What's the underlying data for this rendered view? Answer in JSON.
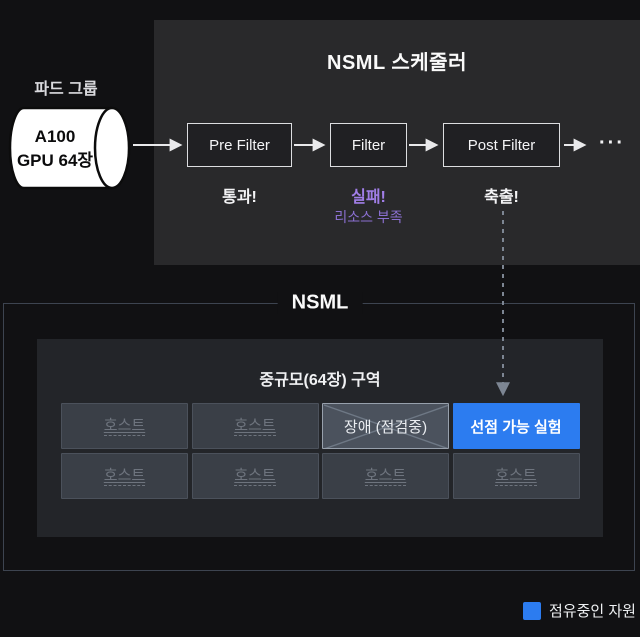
{
  "pod_group": {
    "label": "파드 그룹",
    "cylinder": {
      "line1": "A100",
      "line2": "GPU 64장"
    }
  },
  "scheduler": {
    "title": "NSML 스케줄러",
    "stages": [
      {
        "label": "Pre Filter",
        "result": "통과!"
      },
      {
        "label": "Filter",
        "result": "실패!",
        "note": "리소스 부족"
      },
      {
        "label": "Post Filter",
        "result": "축출!"
      }
    ],
    "ellipsis": "···"
  },
  "nsml": {
    "title": "NSML",
    "zone": {
      "title": "중규모(64장) 구역",
      "cells": [
        {
          "type": "host",
          "label": "호스트"
        },
        {
          "type": "host",
          "label": "호스트"
        },
        {
          "type": "fault",
          "label": "장애 (점검중)"
        },
        {
          "type": "preempt",
          "label": "선점 가능 실험"
        },
        {
          "type": "host",
          "label": "호스트"
        },
        {
          "type": "host",
          "label": "호스트"
        },
        {
          "type": "host",
          "label": "호스트"
        },
        {
          "type": "host",
          "label": "호스트"
        }
      ]
    }
  },
  "legend": {
    "label": "점유중인 자원",
    "swatch_color": "#2c7cf0"
  },
  "colors": {
    "page_bg": "#111113",
    "scheduler_panel": "#29292b",
    "zone_panel": "#232529",
    "host_box": "#3a3f47",
    "fault_box": "#4b525d",
    "accent_blue": "#2c7cf0",
    "fail_purple": "#a17ee8",
    "note_purple": "#8a6fd0",
    "arrow": "#e9e9eb",
    "dashed_arrow": "#7d8693"
  }
}
